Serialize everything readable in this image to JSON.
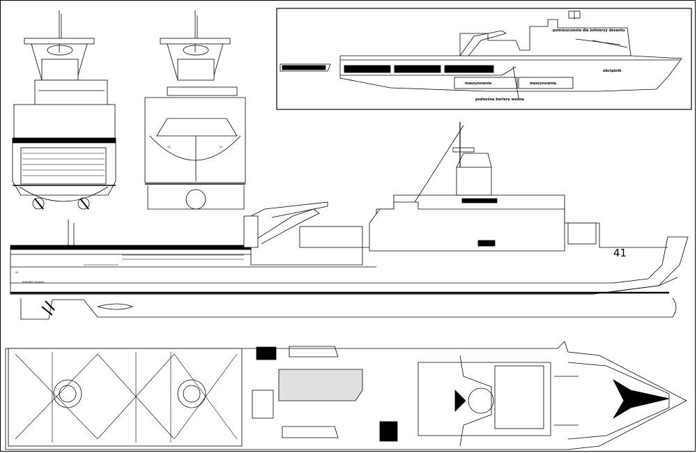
{
  "inset": {
    "labels": {
      "troop_quarters": "pomieszczenia dla żołnierzy desantu",
      "ballast": "obciążnik",
      "engine_room_1": "maszynownia",
      "engine_room_2": "maszynownia",
      "water_barrier": "podnośna bariera wodna"
    }
  },
  "profile": {
    "hull_number": "41",
    "stern_hull_number": "41",
    "stern_name": "WHIDBEY ISLAND"
  },
  "bow_view": {
    "hull_number_left": "41",
    "hull_number_right": "41"
  }
}
